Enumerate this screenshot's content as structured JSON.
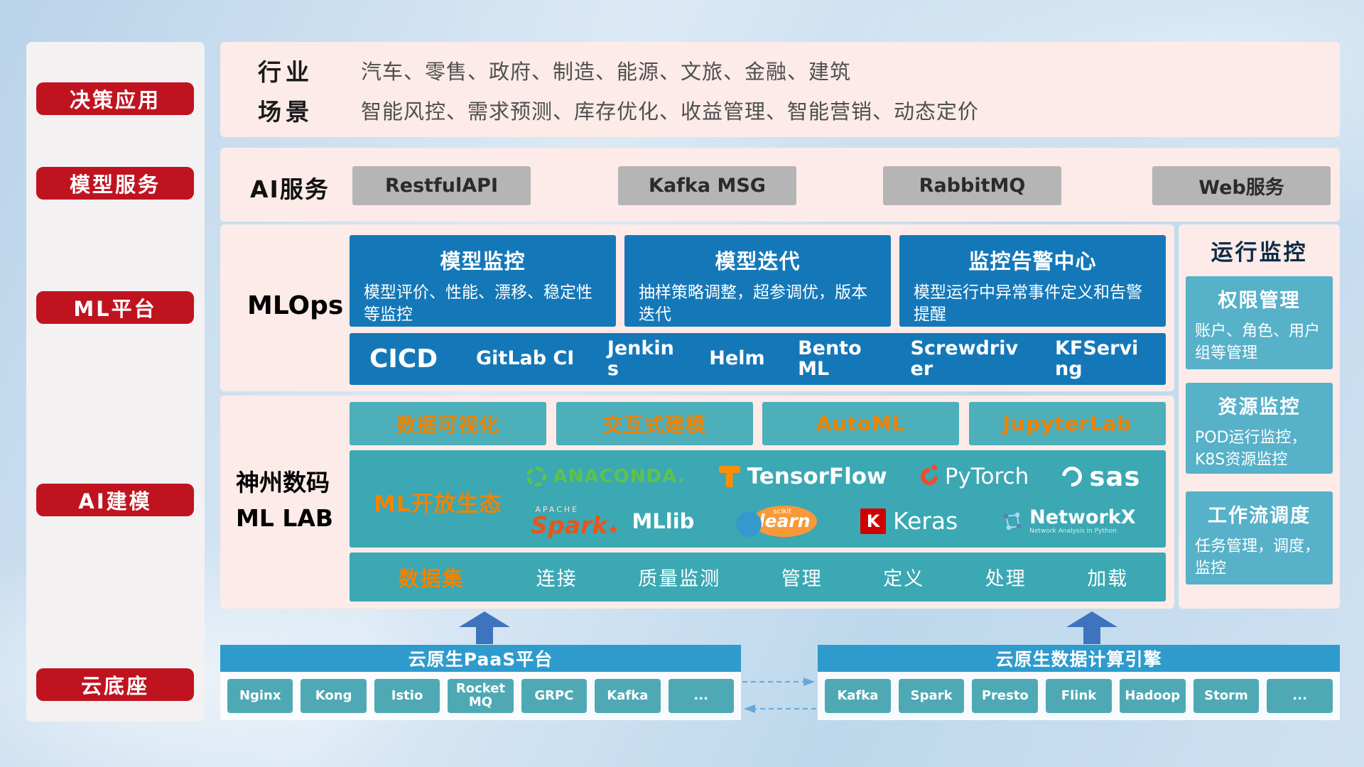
{
  "colors": {
    "accent_red": "#bf1420",
    "panel_pink": "#fcebe8",
    "card_blue": "#1478b8",
    "teal": "#3ba8b4",
    "teal_light": "#56b1c9",
    "orange": "#f08300",
    "gray_button": "#b5b5b5",
    "cloud_blue": "#2f9bcd"
  },
  "sidebar": {
    "items": [
      {
        "label": "决策应用"
      },
      {
        "label": "模型服务"
      },
      {
        "label": "ML平台"
      },
      {
        "label": "AI建模"
      },
      {
        "label": "云底座"
      }
    ]
  },
  "industry": {
    "rows": [
      {
        "label": "行业",
        "value": "汽车、零售、政府、制造、能源、文旅、金融、建筑"
      },
      {
        "label": "场景",
        "value": "智能风控、需求预测、库存优化、收益管理、智能营销、动态定价"
      }
    ]
  },
  "ai_service": {
    "label": "AI服务",
    "buttons": [
      "RestfulAPI",
      "Kafka MSG",
      "RabbitMQ",
      "Web服务"
    ]
  },
  "mlops": {
    "label": "MLOps",
    "cards": [
      {
        "title": "模型监控",
        "desc": "模型评价、性能、漂移、稳定性等监控"
      },
      {
        "title": "模型迭代",
        "desc": "抽样策略调整，超参调优，版本迭代"
      },
      {
        "title": "监控告警中心",
        "desc": "模型运行中异常事件定义和告警提醒"
      }
    ],
    "cicd": {
      "title": "CICD",
      "items": [
        "GitLab CI",
        "Jenkins",
        "Helm",
        "BentoML",
        "Screwdriver",
        "KFServing"
      ]
    }
  },
  "monitor": {
    "title": "运行监控",
    "cards": [
      {
        "title": "权限管理",
        "desc": "账户、角色、用户组等管理"
      },
      {
        "title": "资源监控",
        "desc": "POD运行监控，K8S资源监控"
      },
      {
        "title": "工作流调度",
        "desc": "任务管理，调度，监控"
      }
    ]
  },
  "mllab": {
    "label_line1": "神州数码",
    "label_line2": "ML LAB",
    "tools": [
      "数据可视化",
      "交互式建模",
      "AutoML",
      "JupyterLab"
    ],
    "eco": {
      "label": "ML开放生态",
      "anaconda": "ANACONDA.",
      "tensorflow": "TensorFlow",
      "pytorch": "PyTorch",
      "sas": "sas",
      "spark_apache": "APACHE",
      "spark": "Spark",
      "spark_star": "★",
      "mllib": "MLlib",
      "scikit_top": "scikit",
      "scikit_learn": "learn",
      "keras_k": "K",
      "keras": "Keras",
      "networkx": "NetworkX",
      "networkx_sub": "Network Analysis in Python"
    },
    "dataset": {
      "label": "数据集",
      "items": [
        "连接",
        "质量监测",
        "管理",
        "定义",
        "处理",
        "加载"
      ]
    }
  },
  "cloud": {
    "paas": {
      "title": "云原生PaaS平台",
      "items": [
        "Nginx",
        "Kong",
        "Istio",
        "RocketMQ",
        "GRPC",
        "Kafka",
        "..."
      ]
    },
    "engine": {
      "title": "云原生数据计算引擎",
      "items": [
        "Kafka",
        "Spark",
        "Presto",
        "Flink",
        "Hadoop",
        "Storm",
        "..."
      ]
    }
  }
}
